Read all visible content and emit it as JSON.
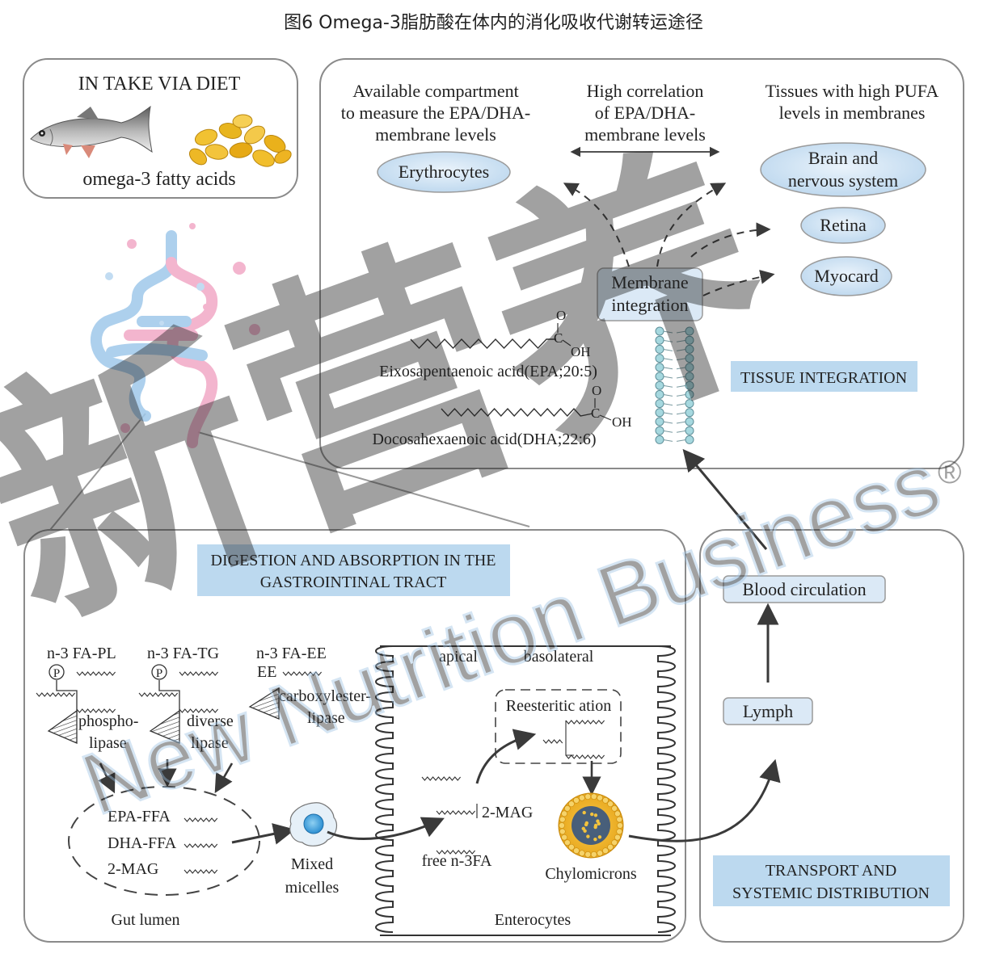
{
  "title": "图6 Omega-3脂肪酸在体内的消化吸收代谢转运途径",
  "watermark": {
    "brand": "新营养",
    "english": "New Nutrition Business",
    "registered": "®"
  },
  "intake": {
    "heading": "IN TAKE VIA DIET",
    "caption": "omega-3 fatty acids"
  },
  "tissue": {
    "col1": [
      "Available compartment",
      "to measure the EPA/DHA-",
      "membrane levels"
    ],
    "col2": [
      "High correlation",
      "of EPA/DHA-",
      "membrane levels"
    ],
    "col3": [
      "Tissues with high PUFA",
      "levels in membranes"
    ],
    "erythrocytes": "Erythrocytes",
    "brain": [
      "Brain and",
      "nervous system"
    ],
    "retina": "Retina",
    "myocard": "Myocard",
    "membrane": [
      "Membrane",
      "integration"
    ],
    "epa_label": "Eixosapentaenoic acid(EPA;20:5)",
    "dha_label": "Docosahexaenoic acid(DHA;22:6)",
    "atom_o": "O",
    "atom_c": "C",
    "atom_oh": "OH",
    "section_label": "TISSUE INTEGRATION"
  },
  "digestion": {
    "section_label": [
      "DIGESTION AND ABSORPTION IN THE",
      "GASTROINTINAL TRACT"
    ],
    "pl": "n-3 FA-PL",
    "tg": "n-3 FA-TG",
    "ee": "n-3 FA-EE",
    "ee_short": "EE",
    "p_symbol": "P",
    "phospholipase": [
      "phospho-",
      "lipase"
    ],
    "diverse_lipase": [
      "diverse",
      "lipase"
    ],
    "carboxylester": [
      "carboxylester-",
      "lipase"
    ],
    "epa_ffa": "EPA-FFA",
    "dha_ffa": "DHA-FFA",
    "mag": "2-MAG",
    "gut_lumen": "Gut lumen",
    "micelles": [
      "Mixed",
      "micelles"
    ],
    "apical": "apical",
    "basolateral": "basolateral",
    "reesterification": "Reesteritic ation",
    "enterocyte_mag": "2-MAG",
    "free_fa": "free n-3FA",
    "chylomicrons": "Chylomicrons",
    "enterocytes": "Enterocytes"
  },
  "transport": {
    "blood": "Blood circulation",
    "lymph": "Lymph",
    "section_label": [
      "TRANSPORT AND",
      "SYSTEMIC DISTRIBUTION"
    ]
  },
  "colors": {
    "label_bg": "#bcd9ef",
    "ellipse_fill": "#d3e6f5",
    "gut_blue": "#9fc8ea",
    "gut_pink": "#f2a9c6",
    "membrane_head": "#a6d8df",
    "panel_border": "#8a8a8a",
    "watermark": "#cfe0f0"
  }
}
